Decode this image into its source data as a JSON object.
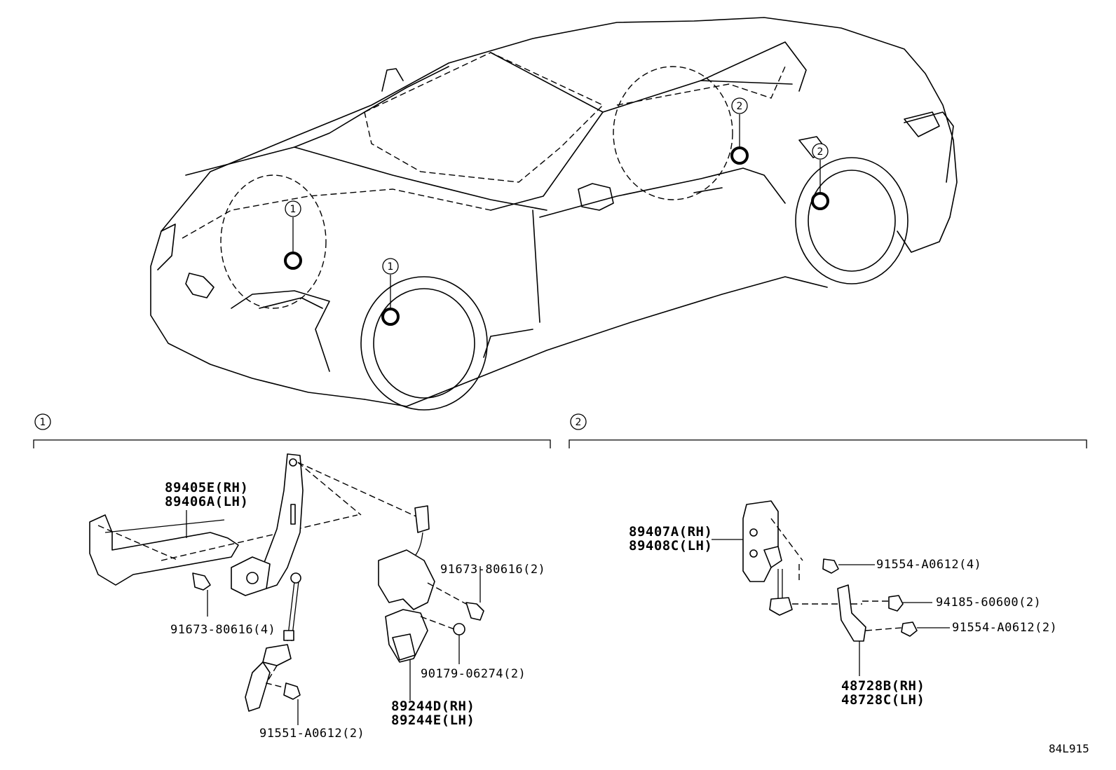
{
  "callouts": {
    "one": "1",
    "two": "2"
  },
  "section1": {
    "marker": "1",
    "labels": {
      "height_sensor_rh": "89405E(RH)",
      "height_sensor_lh": "89406A(LH)",
      "bolt_left": "91673-80616(4)",
      "bolt_bottom": "91551-A0612(2)",
      "bolt_right": "91673-80616(2)",
      "nut": "90179-06274(2)",
      "connector_rh": "89244D(RH)",
      "connector_lh": "89244E(LH)"
    }
  },
  "section2": {
    "marker": "2",
    "labels": {
      "height_sensor_rh": "89407A(RH)",
      "height_sensor_lh": "89408C(LH)",
      "bolt_top": "91554-A0612(4)",
      "nut": "94185-60600(2)",
      "bolt_bottom": "91554-A0612(2)",
      "bracket_rh": "48728B(RH)",
      "bracket_lh": "48728C(LH)"
    }
  },
  "diagram_code": "84L915"
}
